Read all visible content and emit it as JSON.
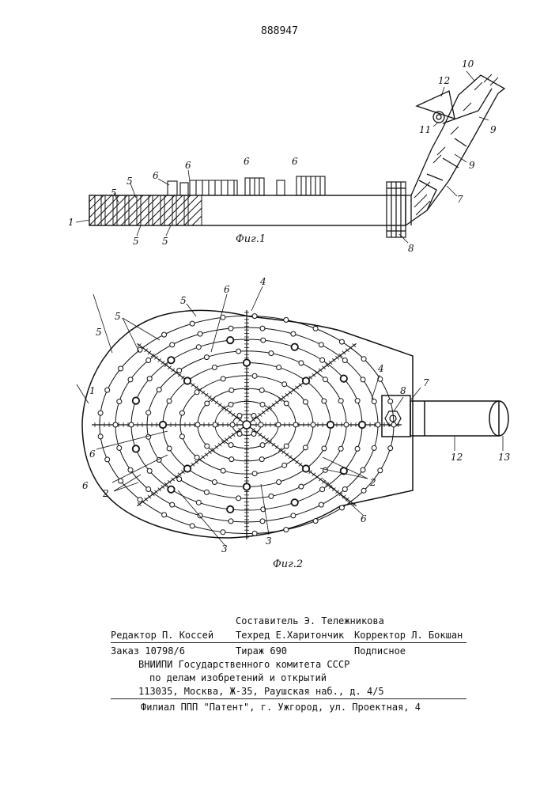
{
  "patent_number": "888947",
  "fig1": {
    "caption": "Фиг.1",
    "labels": {
      "l1": "1",
      "l5a": "5",
      "l5b": "5",
      "l5c": "5",
      "l5d": "5",
      "l6a": "6",
      "l6b": "6",
      "l6c": "6",
      "l6d": "6",
      "l7": "7",
      "l8": "8",
      "l9a": "9",
      "l9b": "9",
      "l10": "10",
      "l11": "11",
      "l12": "12"
    }
  },
  "fig2": {
    "caption": "Фиг.2",
    "labels": {
      "l1": "1",
      "l2a": "2",
      "l2b": "2",
      "l3a": "3",
      "l3b": "3",
      "l4a": "4",
      "l4b": "4",
      "l5a": "5",
      "l5b": "5",
      "l5c": "5",
      "l6a": "6",
      "l6b": "6",
      "l6c": "6",
      "l6d": "6",
      "l7": "7",
      "l8": "8",
      "l12": "12",
      "l13": "13"
    }
  },
  "footer": {
    "compiler": "Составитель Э. Тележникова",
    "editor": "Редактор П. Коссей",
    "techred": "Техред Е.Харитончик",
    "corrector": "Корректор Л. Бокшан",
    "order": "Заказ 10798/6",
    "circulation": "Тираж 690",
    "subscription": "Подписное",
    "org1": "ВНИИПИ Государственного комитета СССР",
    "org2": "по делам изобретений и открытий",
    "address": "113035, Москва, Ж-35, Раушская наб., д. 4/5",
    "branch": "Филиал ППП \"Патент\", г. Ужгород, ул. Проектная, 4"
  }
}
